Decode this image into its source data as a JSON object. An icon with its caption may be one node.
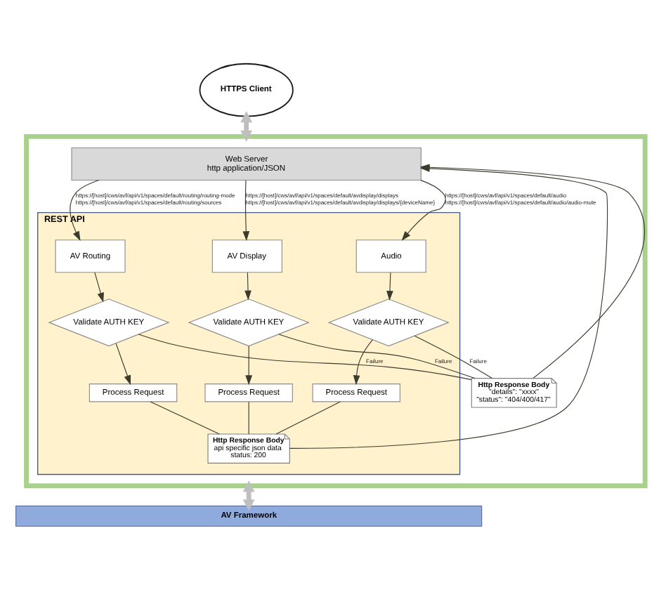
{
  "diagram": {
    "nodes": [
      {
        "text": [
          "HTTPS Client"
        ]
      },
      {
        "text": [],
        "shape": "box"
      },
      {
        "text": [
          "Web Server",
          "http application/JSON"
        ],
        "in": 1
      },
      {
        "text": [
          "REST API"
        ],
        "in": 1
      },
      {
        "text": [
          "AV Routing"
        ],
        "in": 3
      },
      {
        "text": [
          "AV Display"
        ],
        "in": 3
      },
      {
        "text": [
          "Audio"
        ],
        "in": 3
      },
      {
        "text": [
          "Validate AUTH KEY"
        ],
        "in": 3
      },
      {
        "text": [
          "Validate AUTH KEY"
        ],
        "in": 3
      },
      {
        "text": [
          "Validate AUTH KEY"
        ],
        "in": 3
      },
      {
        "text": [
          "Process Request"
        ],
        "in": 3
      },
      {
        "text": [
          "Process Request"
        ],
        "in": 3
      },
      {
        "text": [
          "Process Request"
        ],
        "in": 3
      },
      {
        "text": [
          "Http Response Body",
          "api specific json data",
          "status: 200"
        ],
        "in": 3
      },
      {
        "text": [
          "Http Response Body",
          "\"details\": \"xxxx\"",
          "\"status\": \"404/400/417\""
        ],
        "in": 1
      },
      {
        "text": [
          "AV Framework"
        ]
      }
    ],
    "edges": [
      {
        "from": 0,
        "to": 1,
        "arrow": "both",
        "style": "thick",
        "color": "#bfbfbf"
      },
      {
        "from": 2,
        "to": 4,
        "arrow": "to",
        "label": "https://[host]/cws/avf/api/v1/spaces/default/routing/routing-mode https://[host]/cws/avf/api/v1/spaces/default/routing/sources"
      },
      {
        "from": 2,
        "to": 5,
        "arrow": "to",
        "label": "https://[host]/cws/avf/api/v1/spaces/default/avdisplay/displays https://[host]/cws/avf/api/v1/spaces/default/avdisplay/displays/{deviceName}"
      },
      {
        "from": 2,
        "to": 6,
        "arrow": "to",
        "label": "https://[host]/cws/avf/api/v1/spaces/default/audio https://[host]/cws/avf/api/v1/spaces/default/audio/audio-mute"
      },
      {
        "from": 4,
        "to": 7,
        "arrow": "to"
      },
      {
        "from": 5,
        "to": 8,
        "arrow": "to"
      },
      {
        "from": 6,
        "to": 9,
        "arrow": "to"
      },
      {
        "from": 7,
        "to": 10,
        "arrow": "to"
      },
      {
        "from": 8,
        "to": 11,
        "arrow": "to"
      },
      {
        "from": 9,
        "to": 12,
        "arrow": "to"
      },
      {
        "from": 7,
        "to": 14,
        "arrow": "none",
        "label": "Failure"
      },
      {
        "from": 8,
        "to": 14,
        "arrow": "none",
        "label": "Failure"
      },
      {
        "from": 9,
        "to": 14,
        "arrow": "none",
        "label": "Failure"
      },
      {
        "from": 10,
        "to": 13,
        "arrow": "none"
      },
      {
        "from": 11,
        "to": 13,
        "arrow": "none"
      },
      {
        "from": 12,
        "to": 13,
        "arrow": "none"
      },
      {
        "from": 13,
        "to": 2,
        "arrow": "to"
      },
      {
        "from": 14,
        "to": 2,
        "arrow": "to"
      },
      {
        "from": 1,
        "to": 15,
        "arrow": "both",
        "style": "thick",
        "color": "#bfbfbf"
      }
    ]
  }
}
